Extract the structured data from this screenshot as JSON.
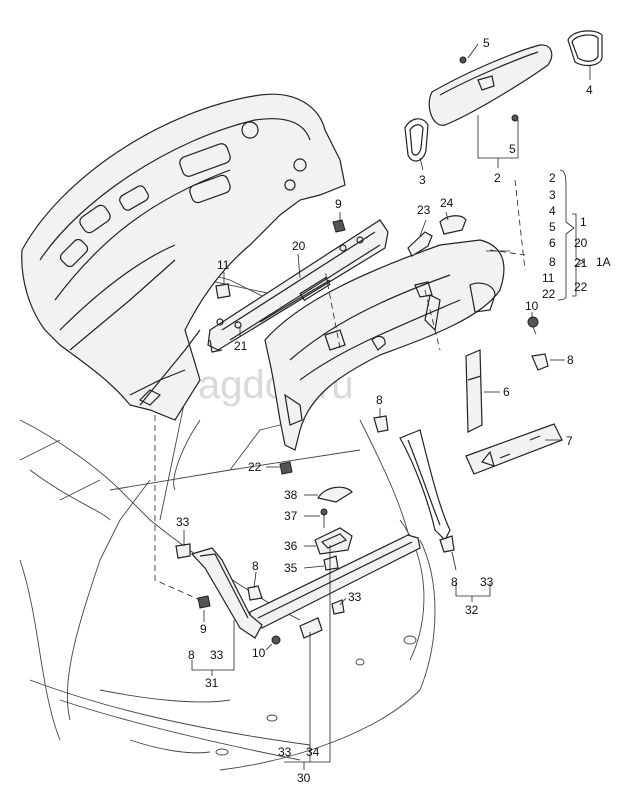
{
  "watermark": "vagdoc.ru",
  "callouts": {
    "c1a": "1A",
    "c1": "1",
    "c2a": "2",
    "c2b": "2",
    "c3a": "3",
    "c3b": "3",
    "c4a": "4",
    "c4b": "4",
    "c5a": "5",
    "c5b": "5",
    "c5c": "5",
    "c6a": "6",
    "c6b": "6",
    "c7": "7",
    "c8a": "8",
    "c8b": "8",
    "c8c": "8",
    "c8d": "8",
    "c8e": "8",
    "c8f": "8",
    "c9a": "9",
    "c9b": "9",
    "c10a": "10",
    "c10b": "10",
    "c11a": "11",
    "c11b": "11",
    "c20a": "20",
    "c20b": "20",
    "c21a": "21",
    "c21b": "21",
    "c22a": "22",
    "c22b": "22",
    "c23": "23",
    "c24": "24",
    "c30": "30",
    "c31": "31",
    "c32": "32",
    "c33a": "33",
    "c33b": "33",
    "c33c": "33",
    "c33d": "33",
    "c33e": "33",
    "c34": "34",
    "c35": "35",
    "c36": "36",
    "c37": "37",
    "c38": "38"
  },
  "colors": {
    "line": "#222222",
    "watermark": "#d9d9d9",
    "background": "#ffffff"
  }
}
